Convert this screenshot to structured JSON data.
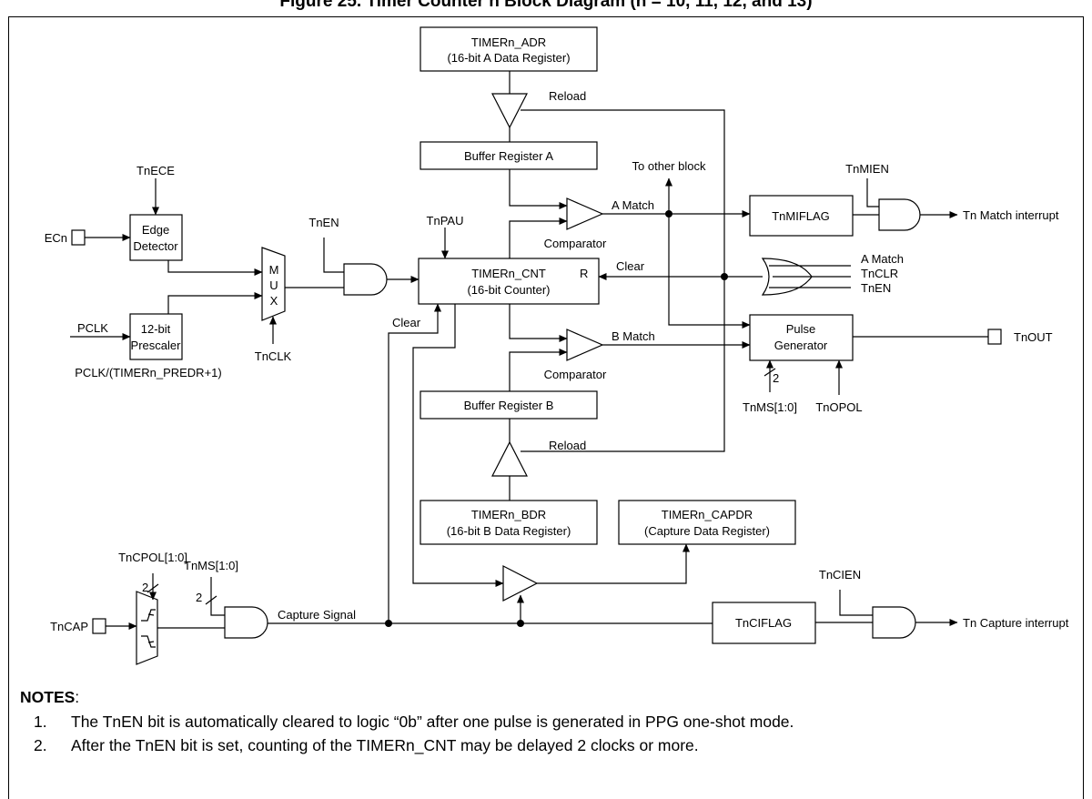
{
  "title": "Figure 25. Timer Counter n Block Diagram (n = 10, 11, 12, and 13)",
  "blocks": {
    "adr_1": "TIMERn_ADR",
    "adr_2": "(16-bit A Data Register)",
    "buf_a": "Buffer Register A",
    "cnt_1": "TIMERn_CNT",
    "cnt_2": "(16-bit Counter)",
    "cnt_r": "R",
    "buf_b": "Buffer Register B",
    "bdr_1": "TIMERn_BDR",
    "bdr_2": "(16-bit B Data Register)",
    "capdr_1": "TIMERn_CAPDR",
    "capdr_2": "(Capture Data Register)",
    "edge_1": "Edge",
    "edge_2": "Detector",
    "pre_1": "12-bit",
    "pre_2": "Prescaler",
    "mux_m": "M",
    "mux_u": "U",
    "mux_x": "X",
    "mif": "TnMIFLAG",
    "cif": "TnCIFLAG",
    "pulse_1": "Pulse",
    "pulse_2": "Generator"
  },
  "labels": {
    "reload_a": "Reload",
    "reload_b": "Reload",
    "tnece": "TnECE",
    "ecn": "ECn",
    "pclk": "PCLK",
    "pclk_formula": "PCLK/(TIMERn_PREDR+1)",
    "tnclk": "TnCLK",
    "tnen": "TnEN",
    "tnpau": "TnPAU",
    "to_other": "To other block",
    "a_match": "A Match",
    "b_match": "B Match",
    "comparator_a": "Comparator",
    "comparator_b": "Comparator",
    "tnmien": "TnMIEN",
    "match_int": "Tn Match interrupt",
    "or_in_1": "A Match",
    "or_in_2": "TnCLR",
    "or_in_3": "TnEN",
    "clear_r": "Clear",
    "clear_l": "Clear",
    "tnout": "TnOUT",
    "tnms_pulse": "TnMS[1:0]",
    "tnopol": "TnOPOL",
    "bus_2_pulse": "2",
    "tncpol": "TnCPOL[1:0]",
    "bus_2_pol": "2",
    "tnms_cap": "TnMS[1:0]",
    "bus_2_cap": "2",
    "tncap": "TnCAP",
    "capture_signal": "Capture Signal",
    "tnciEN": "TnCIEN",
    "capture_int": "Tn Capture interrupt"
  },
  "notes": {
    "heading": "NOTES",
    "colon": ":",
    "items": [
      {
        "num": "1.",
        "text": "The TnEN bit is automatically cleared to logic “0b” after one pulse is generated in PPG one-shot mode."
      },
      {
        "num": "2.",
        "text": "After the TnEN bit is set, counting of the TIMERn_CNT may be delayed 2 clocks or more."
      }
    ]
  }
}
